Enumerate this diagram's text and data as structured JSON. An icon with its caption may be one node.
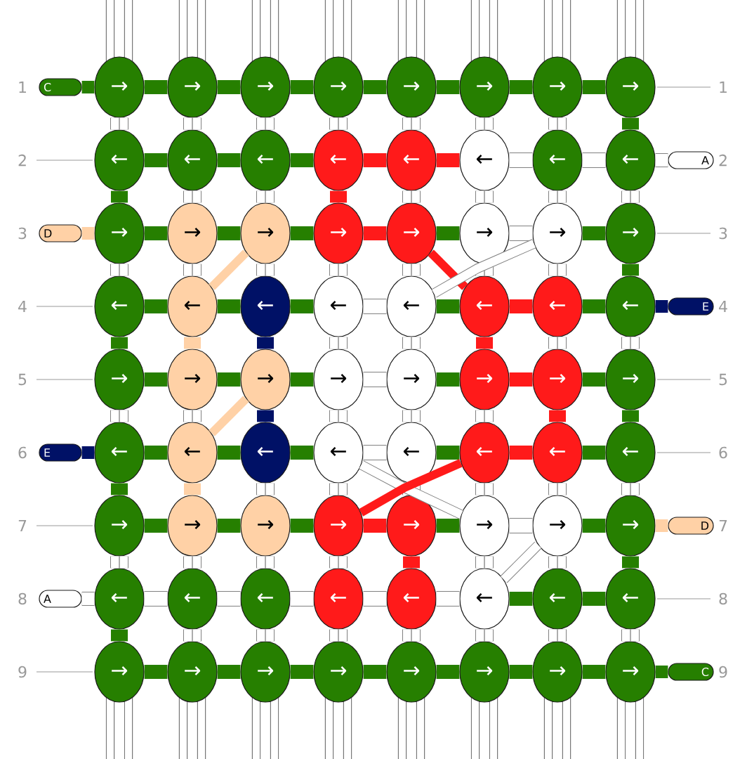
{
  "diagram": {
    "nodes": [
      {
        "text": [
          "→"
        ]
      },
      {
        "text": [
          "→"
        ]
      },
      {
        "text": [
          "→"
        ]
      },
      {
        "text": [
          "→"
        ]
      },
      {
        "text": [
          "→"
        ]
      },
      {
        "text": [
          "→"
        ]
      },
      {
        "text": [
          "→"
        ]
      },
      {
        "text": [
          "→"
        ],
        "beside": [
          "1"
        ]
      },
      {
        "text": [
          "←"
        ],
        "beside": [
          "2"
        ]
      },
      {
        "text": [
          "←"
        ]
      },
      {
        "text": [
          "←"
        ]
      },
      {
        "text": [
          "←"
        ]
      },
      {
        "text": [
          "←"
        ]
      },
      {
        "text": [
          "←"
        ]
      },
      {
        "text": [
          "←"
        ]
      },
      {
        "text": [
          "←"
        ]
      },
      {
        "text": [
          "→"
        ]
      },
      {
        "text": [
          "→"
        ]
      },
      {
        "text": [
          "→"
        ]
      },
      {
        "text": [
          "→"
        ]
      },
      {
        "text": [
          "→"
        ]
      },
      {
        "text": [
          "→"
        ]
      },
      {
        "text": [
          "→"
        ]
      },
      {
        "text": [
          "→"
        ],
        "beside": [
          "3"
        ]
      },
      {
        "text": [
          "←"
        ],
        "beside": [
          "4"
        ]
      },
      {
        "text": [
          "←"
        ]
      },
      {
        "text": [
          "←"
        ]
      },
      {
        "text": [
          "←"
        ]
      },
      {
        "text": [
          "←"
        ]
      },
      {
        "text": [
          "←"
        ]
      },
      {
        "text": [
          "←"
        ]
      },
      {
        "text": [
          "←"
        ]
      },
      {
        "text": [
          "→"
        ],
        "beside": [
          "5"
        ]
      },
      {
        "text": [
          "→"
        ]
      },
      {
        "text": [
          "→"
        ]
      },
      {
        "text": [
          "→"
        ]
      },
      {
        "text": [
          "→"
        ]
      },
      {
        "text": [
          "→"
        ]
      },
      {
        "text": [
          "→"
        ]
      },
      {
        "text": [
          "→"
        ],
        "beside": [
          "5"
        ]
      },
      {
        "text": [
          "←"
        ]
      },
      {
        "text": [
          "←"
        ]
      },
      {
        "text": [
          "←"
        ]
      },
      {
        "text": [
          "←"
        ]
      },
      {
        "text": [
          "←"
        ]
      },
      {
        "text": [
          "←"
        ]
      },
      {
        "text": [
          "←"
        ]
      },
      {
        "text": [
          "←"
        ],
        "beside": [
          "6"
        ]
      },
      {
        "text": [
          "→"
        ],
        "beside": [
          "7"
        ]
      },
      {
        "text": [
          "→"
        ]
      },
      {
        "text": [
          "→"
        ]
      },
      {
        "text": [
          "→"
        ]
      },
      {
        "text": [
          "→"
        ]
      },
      {
        "text": [
          "→"
        ]
      },
      {
        "text": [
          "→"
        ]
      },
      {
        "text": [
          "→"
        ]
      },
      {
        "text": [
          "←"
        ]
      },
      {
        "text": [
          "←"
        ]
      },
      {
        "text": [
          "←"
        ]
      },
      {
        "text": [
          "←"
        ]
      },
      {
        "text": [
          "←"
        ]
      },
      {
        "text": [
          "←"
        ]
      },
      {
        "text": [
          "←"
        ]
      },
      {
        "text": [
          "←"
        ],
        "beside": [
          "8"
        ]
      },
      {
        "text": [
          "→"
        ],
        "beside": [
          "9"
        ]
      },
      {
        "text": [
          "→"
        ]
      },
      {
        "text": [
          "→"
        ]
      },
      {
        "text": [
          "→"
        ]
      },
      {
        "text": [
          "→"
        ]
      },
      {
        "text": [
          "→"
        ]
      },
      {
        "text": [
          "→"
        ]
      },
      {
        "text": [
          "→"
        ]
      },
      {
        "text": [
          "C"
        ],
        "beside": [
          "1"
        ]
      },
      {
        "text": [
          "A"
        ],
        "beside": [
          "2"
        ]
      },
      {
        "text": [
          "D"
        ],
        "beside": [
          "3"
        ]
      },
      {
        "text": [
          "E"
        ],
        "beside": [
          "4"
        ]
      },
      {
        "text": [
          "E"
        ],
        "beside": [
          "6"
        ]
      },
      {
        "text": [
          "D"
        ],
        "beside": [
          "7"
        ]
      },
      {
        "text": [
          "A"
        ],
        "beside": [
          "8"
        ]
      },
      {
        "text": [
          "C"
        ],
        "beside": [
          "9"
        ]
      }
    ],
    "edges": [
      {
        "from": 0,
        "to": 1,
        "arrow": "none",
        "color": "#267f00"
      },
      {
        "from": 1,
        "to": 2,
        "arrow": "none",
        "color": "#267f00"
      },
      {
        "from": 2,
        "to": 3,
        "arrow": "none",
        "color": "#267f00"
      },
      {
        "from": 3,
        "to": 4,
        "arrow": "none",
        "color": "#267f00"
      },
      {
        "from": 4,
        "to": 5,
        "arrow": "none",
        "color": "#267f00"
      },
      {
        "from": 5,
        "to": 6,
        "arrow": "none",
        "color": "#267f00"
      },
      {
        "from": 6,
        "to": 7,
        "arrow": "none",
        "color": "#267f00"
      },
      {
        "from": 8,
        "to": 9,
        "arrow": "none",
        "color": "#267f00"
      },
      {
        "from": 9,
        "to": 10,
        "arrow": "none",
        "color": "#267f00"
      },
      {
        "from": 10,
        "to": 11,
        "arrow": "none",
        "color": "#267f00"
      },
      {
        "from": 11,
        "to": 12,
        "arrow": "none",
        "color": "#ff1a1a"
      },
      {
        "from": 12,
        "to": 13,
        "arrow": "none",
        "color": "#ff1a1a"
      },
      {
        "from": 13,
        "to": 14,
        "arrow": "none"
      },
      {
        "from": 14,
        "to": 15,
        "arrow": "none"
      },
      {
        "from": 16,
        "to": 17,
        "arrow": "none",
        "color": "#267f00"
      },
      {
        "from": 17,
        "to": 18,
        "arrow": "none",
        "color": "#267f00"
      },
      {
        "from": 18,
        "to": 19,
        "arrow": "none",
        "color": "#267f00"
      },
      {
        "from": 19,
        "to": 20,
        "arrow": "none",
        "color": "#ff1a1a"
      },
      {
        "from": 20,
        "to": 21,
        "arrow": "none",
        "color": "#267f00"
      },
      {
        "from": 21,
        "to": 22,
        "arrow": "none"
      },
      {
        "from": 22,
        "to": 23,
        "arrow": "none",
        "color": "#267f00"
      },
      {
        "from": 24,
        "to": 25,
        "arrow": "none",
        "color": "#267f00"
      },
      {
        "from": 25,
        "to": 26,
        "arrow": "none",
        "color": "#267f00"
      },
      {
        "from": 26,
        "to": 27,
        "arrow": "none",
        "color": "#267f00"
      },
      {
        "from": 27,
        "to": 28,
        "arrow": "none"
      },
      {
        "from": 28,
        "to": 29,
        "arrow": "none",
        "color": "#267f00"
      },
      {
        "from": 29,
        "to": 30,
        "arrow": "none",
        "color": "#ff1a1a"
      },
      {
        "from": 30,
        "to": 31,
        "arrow": "none",
        "color": "#267f00"
      },
      {
        "from": 32,
        "to": 33,
        "arrow": "none",
        "color": "#267f00"
      },
      {
        "from": 33,
        "to": 34,
        "arrow": "none",
        "color": "#267f00"
      },
      {
        "from": 34,
        "to": 35,
        "arrow": "none",
        "color": "#267f00"
      },
      {
        "from": 35,
        "to": 36,
        "arrow": "none"
      },
      {
        "from": 36,
        "to": 37,
        "arrow": "none",
        "color": "#267f00"
      },
      {
        "from": 37,
        "to": 38,
        "arrow": "none",
        "color": "#ff1a1a"
      },
      {
        "from": 38,
        "to": 39,
        "arrow": "none",
        "color": "#267f00"
      },
      {
        "from": 40,
        "to": 41,
        "arrow": "none",
        "color": "#267f00"
      },
      {
        "from": 41,
        "to": 42,
        "arrow": "none",
        "color": "#267f00"
      },
      {
        "from": 42,
        "to": 43,
        "arrow": "none",
        "color": "#267f00"
      },
      {
        "from": 43,
        "to": 44,
        "arrow": "none"
      },
      {
        "from": 44,
        "to": 45,
        "arrow": "none",
        "color": "#267f00"
      },
      {
        "from": 45,
        "to": 46,
        "arrow": "none",
        "color": "#ff1a1a"
      },
      {
        "from": 46,
        "to": 47,
        "arrow": "none",
        "color": "#267f00"
      },
      {
        "from": 48,
        "to": 49,
        "arrow": "none",
        "color": "#267f00"
      },
      {
        "from": 49,
        "to": 50,
        "arrow": "none",
        "color": "#267f00"
      },
      {
        "from": 50,
        "to": 51,
        "arrow": "none",
        "color": "#267f00"
      },
      {
        "from": 51,
        "to": 52,
        "arrow": "none",
        "color": "#ff1a1a"
      },
      {
        "from": 52,
        "to": 53,
        "arrow": "none",
        "color": "#267f00"
      },
      {
        "from": 53,
        "to": 54,
        "arrow": "none"
      },
      {
        "from": 54,
        "to": 55,
        "arrow": "none",
        "color": "#267f00"
      },
      {
        "from": 56,
        "to": 57,
        "arrow": "none"
      },
      {
        "from": 57,
        "to": 58,
        "arrow": "none"
      },
      {
        "from": 58,
        "to": 59,
        "arrow": "none"
      },
      {
        "from": 59,
        "to": 60,
        "arrow": "none"
      },
      {
        "from": 60,
        "to": 61,
        "arrow": "none"
      },
      {
        "from": 61,
        "to": 62,
        "arrow": "none",
        "color": "#267f00"
      },
      {
        "from": 62,
        "to": 63,
        "arrow": "none",
        "color": "#267f00"
      },
      {
        "from": 64,
        "to": 65,
        "arrow": "none",
        "color": "#267f00"
      },
      {
        "from": 65,
        "to": 66,
        "arrow": "none",
        "color": "#267f00"
      },
      {
        "from": 66,
        "to": 67,
        "arrow": "none",
        "color": "#267f00"
      },
      {
        "from": 67,
        "to": 68,
        "arrow": "none",
        "color": "#267f00"
      },
      {
        "from": 68,
        "to": 69,
        "arrow": "none",
        "color": "#267f00"
      },
      {
        "from": 69,
        "to": 70,
        "arrow": "none",
        "color": "#267f00"
      },
      {
        "from": 70,
        "to": 71,
        "arrow": "none",
        "color": "#267f00"
      },
      {
        "from": 0,
        "to": 8,
        "arrow": "none"
      },
      {
        "from": 1,
        "to": 9,
        "arrow": "none"
      },
      {
        "from": 2,
        "to": 10,
        "arrow": "none"
      },
      {
        "from": 3,
        "to": 11,
        "arrow": "none"
      },
      {
        "from": 4,
        "to": 12,
        "arrow": "none"
      },
      {
        "from": 5,
        "to": 13,
        "arrow": "none"
      },
      {
        "from": 6,
        "to": 14,
        "arrow": "none"
      },
      {
        "from": 7,
        "to": 15,
        "arrow": "none",
        "color": "#267f00"
      },
      {
        "from": 8,
        "to": 16,
        "arrow": "none",
        "color": "#267f00"
      },
      {
        "from": 9,
        "to": 17,
        "arrow": "none"
      },
      {
        "from": 10,
        "to": 18,
        "arrow": "none"
      },
      {
        "from": 11,
        "to": 19,
        "arrow": "none",
        "color": "#ff1a1a"
      },
      {
        "from": 12,
        "to": 20,
        "arrow": "none"
      },
      {
        "from": 13,
        "to": 21,
        "arrow": "none"
      },
      {
        "from": 14,
        "to": 22,
        "arrow": "none"
      },
      {
        "from": 15,
        "to": 23,
        "arrow": "none"
      },
      {
        "from": 16,
        "to": 24,
        "arrow": "none"
      },
      {
        "from": 17,
        "to": 25,
        "arrow": "none"
      },
      {
        "from": 18,
        "to": 26,
        "arrow": "none"
      },
      {
        "from": 19,
        "to": 27,
        "arrow": "none"
      },
      {
        "from": 20,
        "to": 28,
        "arrow": "none"
      },
      {
        "from": 21,
        "to": 29,
        "arrow": "none"
      },
      {
        "from": 22,
        "to": 30,
        "arrow": "none"
      },
      {
        "from": 23,
        "to": 31,
        "arrow": "none",
        "color": "#267f00"
      },
      {
        "from": 24,
        "to": 32,
        "arrow": "none",
        "color": "#267f00"
      },
      {
        "from": 25,
        "to": 33,
        "arrow": "none",
        "color": "#ffd1a6"
      },
      {
        "from": 26,
        "to": 34,
        "arrow": "none",
        "color": "#001166"
      },
      {
        "from": 27,
        "to": 35,
        "arrow": "none"
      },
      {
        "from": 28,
        "to": 36,
        "arrow": "none"
      },
      {
        "from": 29,
        "to": 37,
        "arrow": "none",
        "color": "#ff1a1a"
      },
      {
        "from": 30,
        "to": 38,
        "arrow": "none"
      },
      {
        "from": 31,
        "to": 39,
        "arrow": "none"
      },
      {
        "from": 32,
        "to": 40,
        "arrow": "none"
      },
      {
        "from": 33,
        "to": 41,
        "arrow": "none"
      },
      {
        "from": 34,
        "to": 42,
        "arrow": "none",
        "color": "#001166"
      },
      {
        "from": 35,
        "to": 43,
        "arrow": "none"
      },
      {
        "from": 36,
        "to": 44,
        "arrow": "none"
      },
      {
        "from": 37,
        "to": 45,
        "arrow": "none"
      },
      {
        "from": 38,
        "to": 46,
        "arrow": "none",
        "color": "#ff1a1a"
      },
      {
        "from": 39,
        "to": 47,
        "arrow": "none",
        "color": "#267f00"
      },
      {
        "from": 40,
        "to": 48,
        "arrow": "none",
        "color": "#267f00"
      },
      {
        "from": 41,
        "to": 49,
        "arrow": "none",
        "color": "#ffd1a6"
      },
      {
        "from": 42,
        "to": 50,
        "arrow": "none"
      },
      {
        "from": 43,
        "to": 51,
        "arrow": "none"
      },
      {
        "from": 44,
        "to": 52,
        "arrow": "none"
      },
      {
        "from": 45,
        "to": 53,
        "arrow": "none"
      },
      {
        "from": 46,
        "to": 54,
        "arrow": "none"
      },
      {
        "from": 47,
        "to": 55,
        "arrow": "none"
      },
      {
        "from": 48,
        "to": 56,
        "arrow": "none"
      },
      {
        "from": 49,
        "to": 57,
        "arrow": "none"
      },
      {
        "from": 50,
        "to": 58,
        "arrow": "none"
      },
      {
        "from": 51,
        "to": 59,
        "arrow": "none"
      },
      {
        "from": 52,
        "to": 60,
        "arrow": "none",
        "color": "#ff1a1a"
      },
      {
        "from": 53,
        "to": 61,
        "arrow": "none"
      },
      {
        "from": 54,
        "to": 62,
        "arrow": "none"
      },
      {
        "from": 55,
        "to": 63,
        "arrow": "none",
        "color": "#267f00"
      },
      {
        "from": 56,
        "to": 64,
        "arrow": "none",
        "color": "#267f00"
      },
      {
        "from": 57,
        "to": 65,
        "arrow": "none"
      },
      {
        "from": 58,
        "to": 66,
        "arrow": "none"
      },
      {
        "from": 59,
        "to": 67,
        "arrow": "none"
      },
      {
        "from": 60,
        "to": 68,
        "arrow": "none"
      },
      {
        "from": 61,
        "to": 69,
        "arrow": "none"
      },
      {
        "from": 62,
        "to": 70,
        "arrow": "none"
      },
      {
        "from": 63,
        "to": 71,
        "arrow": "none"
      },
      {
        "from": 18,
        "to": 25,
        "arrow": "none",
        "color": "#ffd1a6"
      },
      {
        "from": 20,
        "to": 29,
        "arrow": "none",
        "color": "#ff1a1a"
      },
      {
        "from": 22,
        "to": 28,
        "arrow": "none"
      },
      {
        "from": 34,
        "to": 41,
        "arrow": "none",
        "color": "#ffd1a6"
      },
      {
        "from": 43,
        "to": 53,
        "arrow": "none"
      },
      {
        "from": 45,
        "to": 51,
        "arrow": "none",
        "color": "#ff1a1a"
      },
      {
        "from": 54,
        "to": 61,
        "arrow": "none"
      },
      {
        "from": 72,
        "to": 0,
        "arrow": "none",
        "color": "#267f00"
      },
      {
        "from": 73,
        "to": 15,
        "arrow": "none"
      },
      {
        "from": 74,
        "to": 16,
        "arrow": "none",
        "color": "#ffd1a6"
      },
      {
        "from": 75,
        "to": 31,
        "arrow": "none",
        "color": "#001166"
      },
      {
        "from": 76,
        "to": 40,
        "arrow": "none",
        "color": "#001166"
      },
      {
        "from": 77,
        "to": 55,
        "arrow": "none",
        "color": "#ffd1a6"
      },
      {
        "from": 78,
        "to": 56,
        "arrow": "none"
      },
      {
        "from": 79,
        "to": 71,
        "arrow": "none",
        "color": "#267f00"
      }
    ]
  }
}
